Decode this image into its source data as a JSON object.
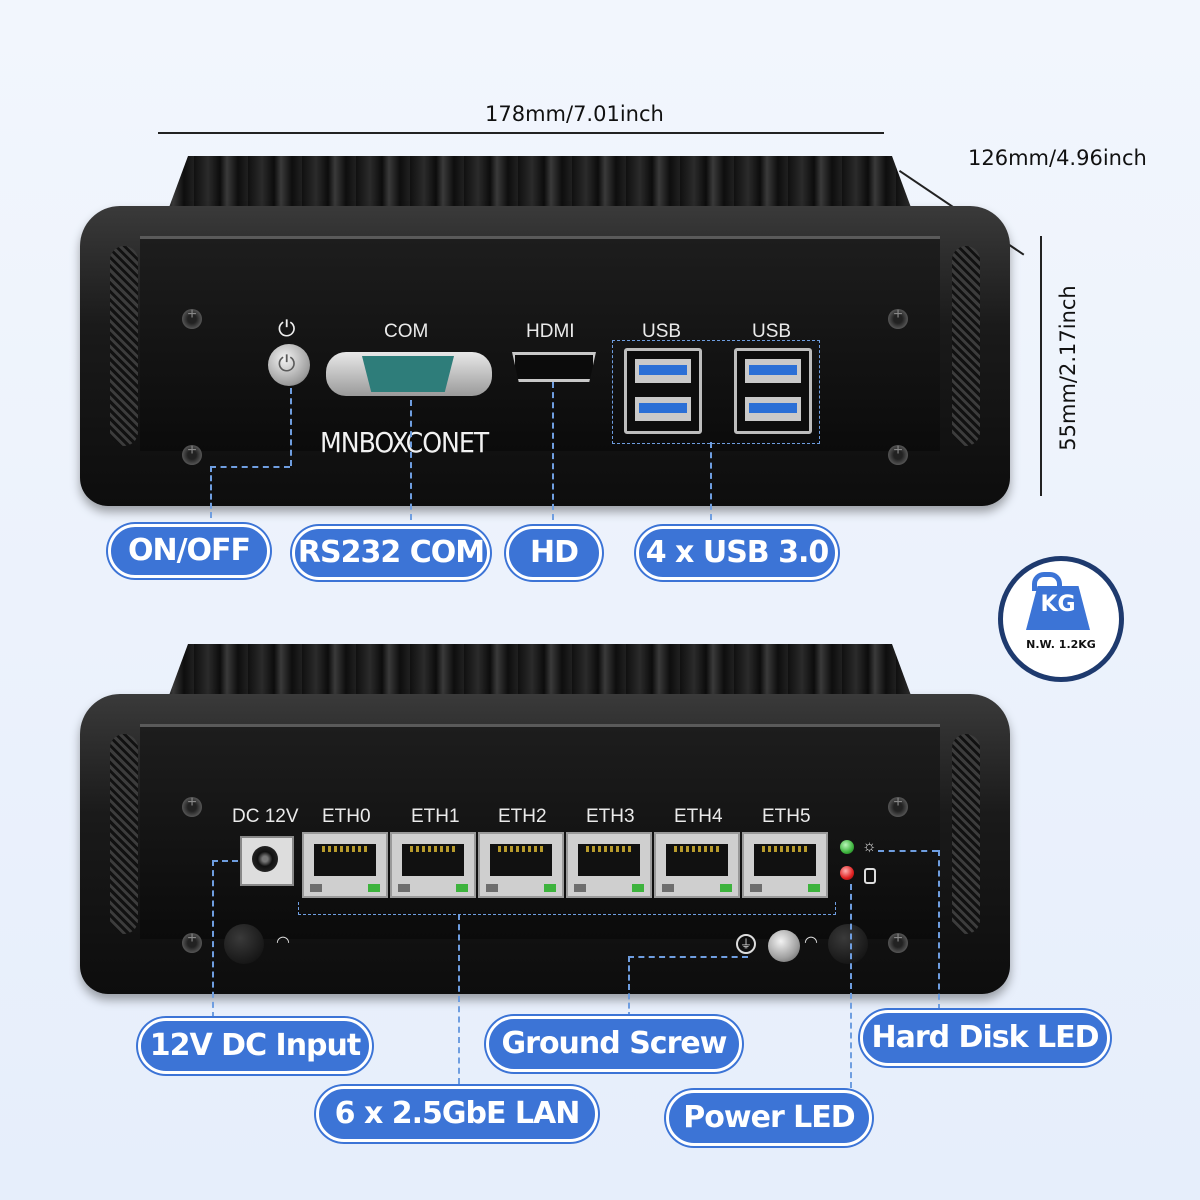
{
  "dimensions": {
    "width": "178mm/7.01inch",
    "depth": "126mm/4.96inch",
    "height": "55mm/2.17inch"
  },
  "weight": {
    "unit": "KG",
    "label": "N.W. 1.2KG"
  },
  "front_panel": {
    "brand": "MNBOXCONET",
    "port_labels": {
      "com": "COM",
      "hdmi": "HDMI",
      "usb_left": "USB",
      "usb_right": "USB"
    },
    "callouts": {
      "power": "ON/OFF",
      "serial": "RS232 COM",
      "hdmi": "HD",
      "usb": "4 x USB 3.0"
    }
  },
  "rear_panel": {
    "port_labels": {
      "dc": "DC 12V",
      "eth": [
        "ETH0",
        "ETH1",
        "ETH2",
        "ETH3",
        "ETH4",
        "ETH5"
      ]
    },
    "callouts": {
      "dc_input": "12V DC Input",
      "lan": "6 x  2.5GbE LAN",
      "ground": "Ground Screw",
      "power_led": "Power LED",
      "hdd_led": "Hard Disk LED"
    }
  },
  "colors": {
    "accent": "#3c74d6",
    "guide_line": "#6f9ee0",
    "usb_blue": "#2a6fd6",
    "led_green": "#3db33d",
    "led_red": "#e02020"
  }
}
